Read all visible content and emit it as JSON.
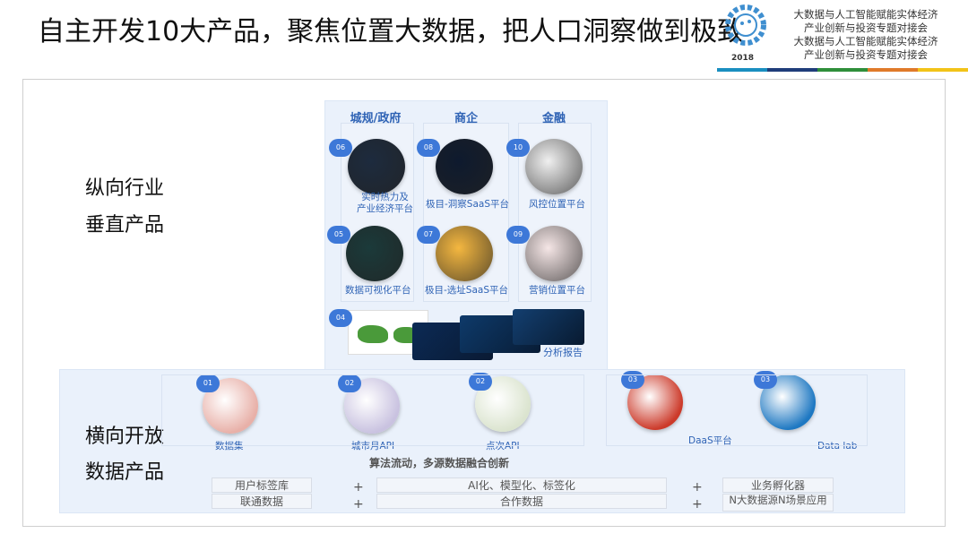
{
  "title": "自主开发10大产品，聚焦位置大数据，把人口洞察做到极致",
  "header": {
    "lines": [
      "大数据与人工智能赋能实体经济",
      "产业创新与投资专题对接会",
      "大数据与人工智能赋能实体经济",
      "产业创新与投资专题对接会"
    ],
    "logo_year": "2018",
    "bar_colors": [
      "#1a8fc0",
      "#1f3d7a",
      "#2f8f3a",
      "#e07a2a",
      "#f2c318"
    ]
  },
  "vertical": {
    "label_lines": [
      "纵向行业",
      "垂直产品"
    ],
    "columns": [
      "城规/政府",
      "商企",
      "金融"
    ],
    "products": [
      {
        "num": "06",
        "name": "实时热力及\n产业经济平台",
        "color": "#1d2b3e"
      },
      {
        "num": "08",
        "name": "极目-洞察SaaS平台",
        "color": "#0e1a2e"
      },
      {
        "num": "10",
        "name": "风控位置平台",
        "color": "#f0f0f0"
      },
      {
        "num": "05",
        "name": "数据可视化平台",
        "color": "#1b3a3a"
      },
      {
        "num": "07",
        "name": "极目-选址SaaS平台",
        "color": "#f4b740"
      },
      {
        "num": "09",
        "name": "营销位置平台",
        "color": "#f5e6e6"
      },
      {
        "num": "04",
        "name": "分析报告"
      }
    ]
  },
  "horizontal": {
    "label_lines": [
      "横向开放",
      "数据产品"
    ],
    "products": [
      {
        "num": "01",
        "name": "数据集",
        "color": "#e8b0a8"
      },
      {
        "num": "02",
        "name": "城市月API",
        "color": "#c9c2e0"
      },
      {
        "num": "02",
        "name": "点次API",
        "color": "#dbe4cf"
      },
      {
        "num": "03",
        "name": "DaaS平台",
        "color": "#cc3a2a"
      },
      {
        "num": "03",
        "name": "Data lab",
        "color": "#1e78c2"
      }
    ],
    "headline": "算法流动，多源数据融合创新",
    "rows": [
      [
        "用户标签库",
        "AI化、模型化、标签化",
        "业务孵化器"
      ],
      [
        "联通数据",
        "合作数据",
        "N大数据源N场景应用"
      ]
    ],
    "plus": "+"
  }
}
